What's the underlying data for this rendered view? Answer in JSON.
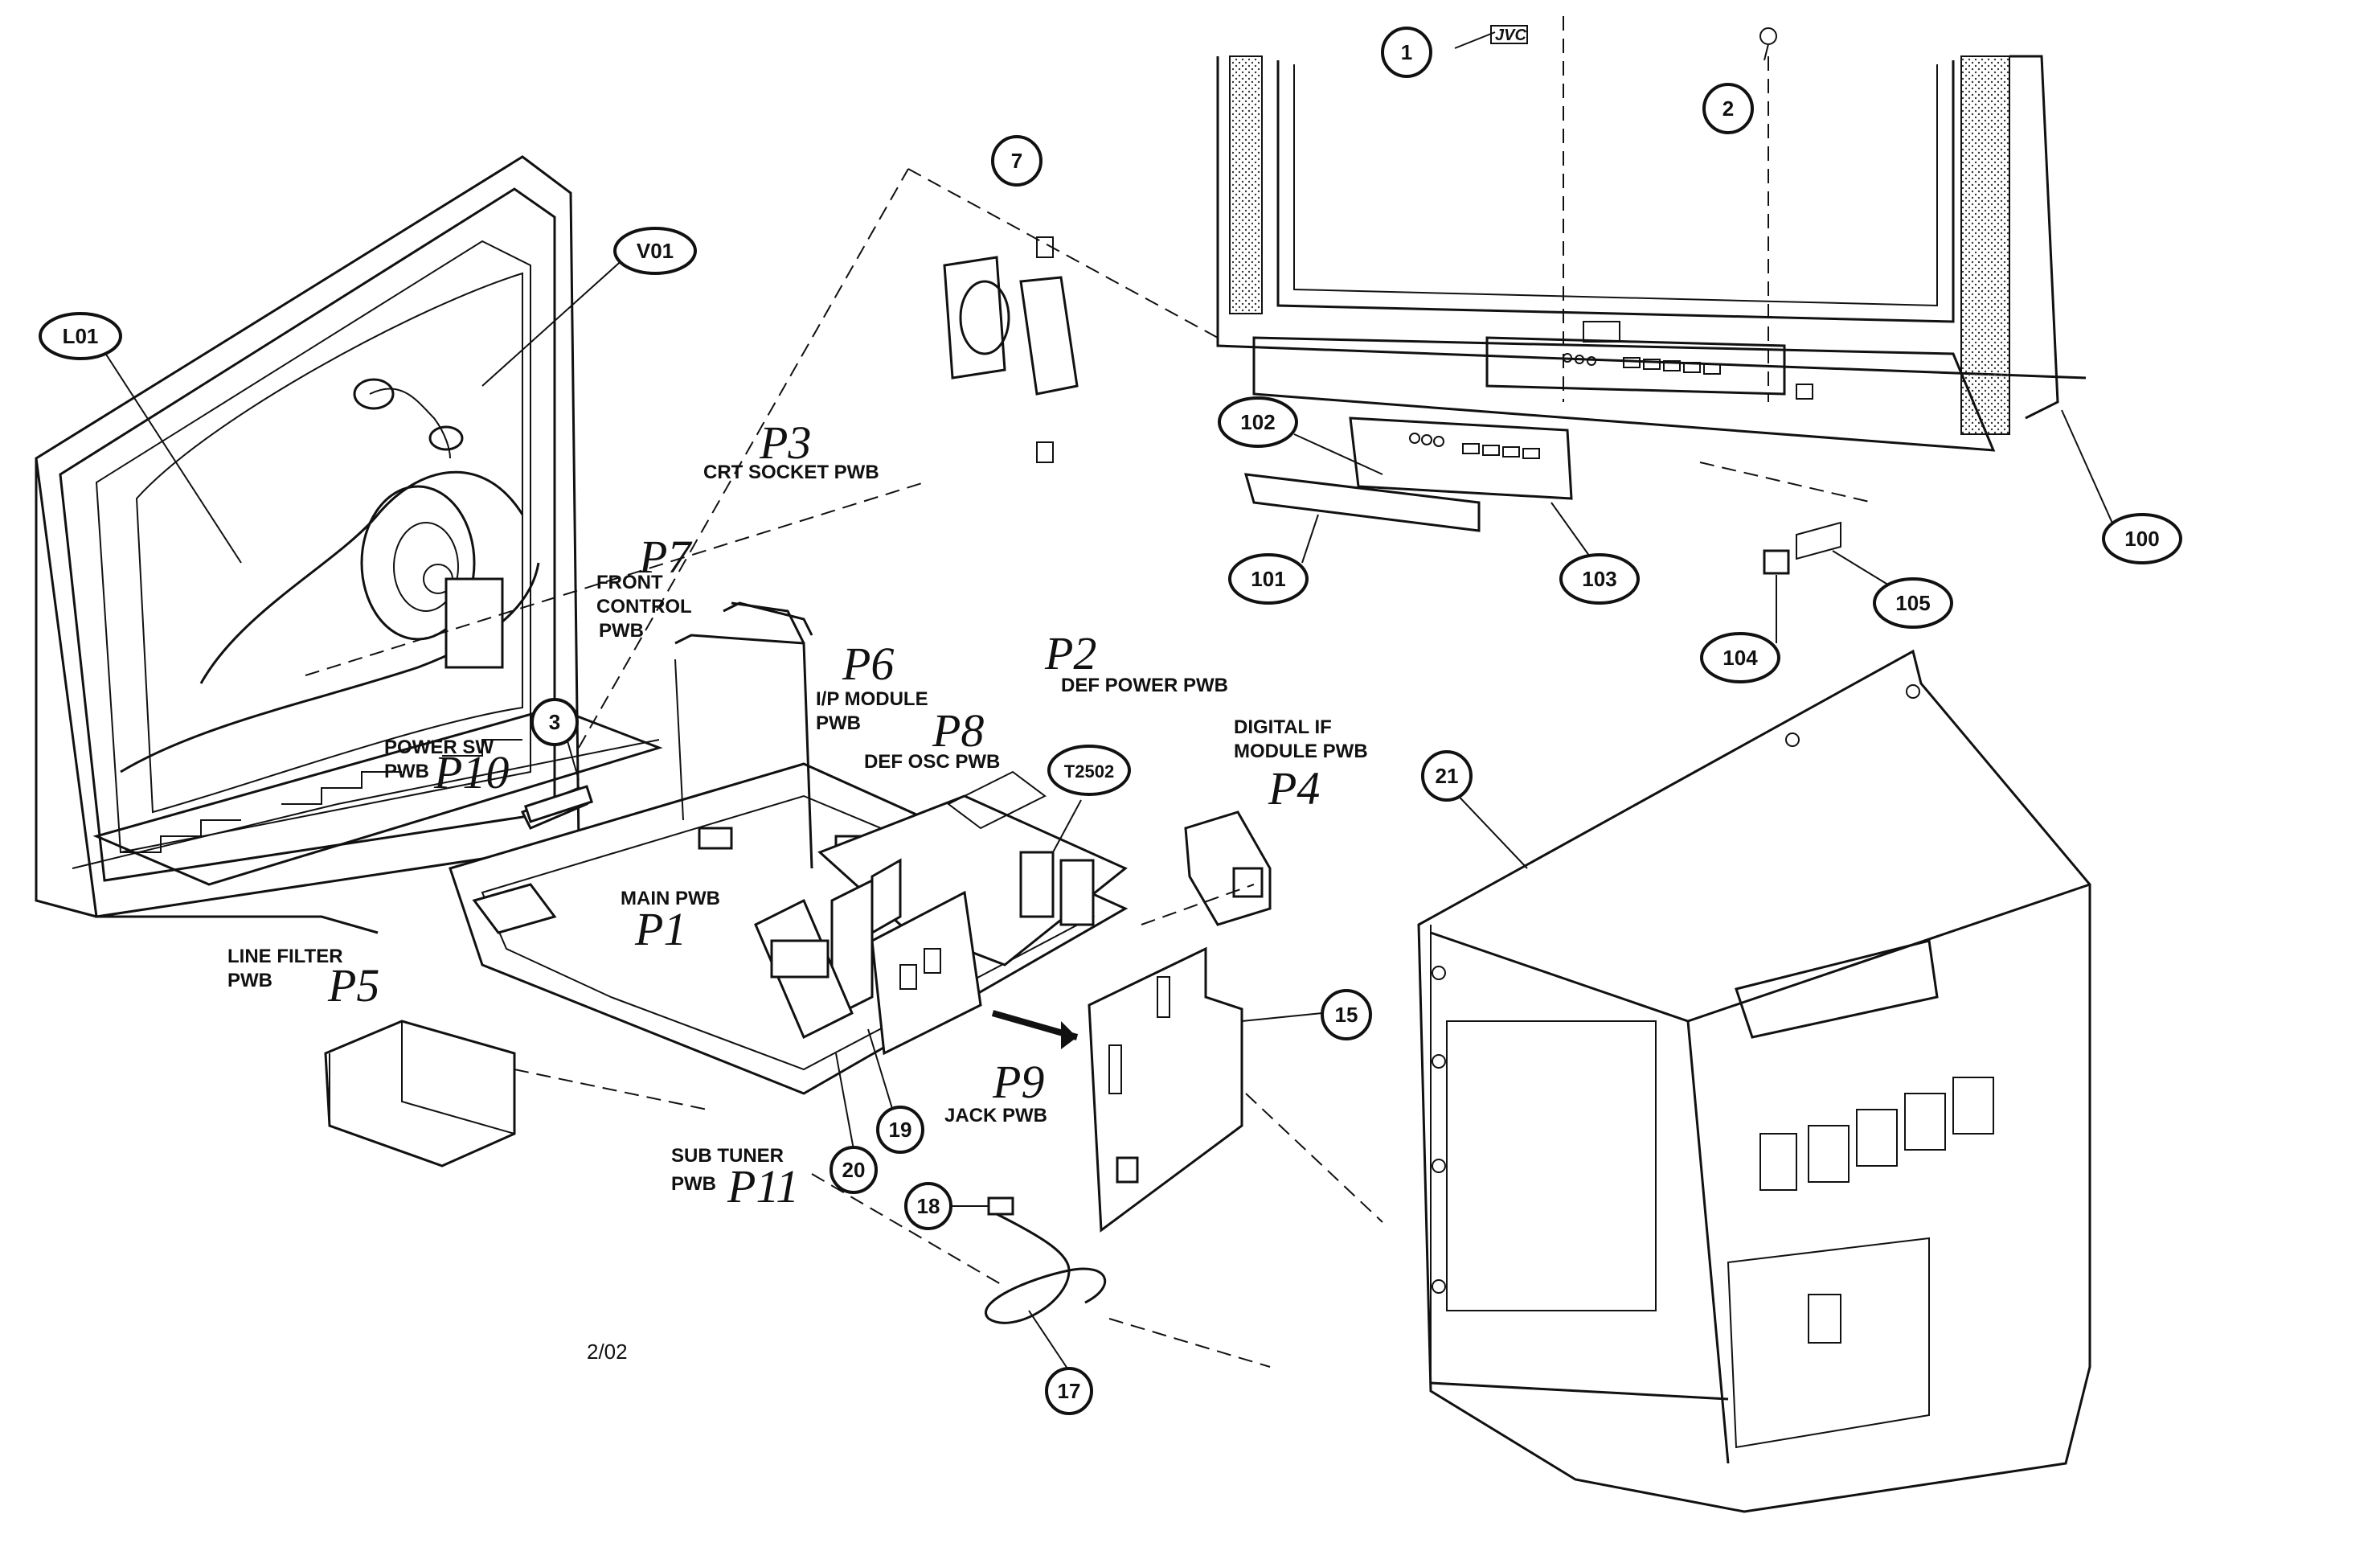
{
  "callouts": {
    "c1": "1",
    "c2": "2",
    "c3": "3",
    "c7": "7",
    "c15": "15",
    "c17": "17",
    "c18": "18",
    "c19": "19",
    "c20": "20",
    "c21": "21",
    "c100": "100",
    "c101": "101",
    "c102": "102",
    "c103": "103",
    "c104": "104",
    "c105": "105",
    "cL01": "L01",
    "cV01": "V01",
    "cT2502": "T2502"
  },
  "labels": {
    "crt_socket": "CRT SOCKET PWB",
    "front_control_1": "FRONT",
    "front_control_2": "CONTROL",
    "front_control_3": "PWB",
    "power_sw_1": "POWER SW",
    "power_sw_2": "PWB",
    "ip_module_1": "I/P MODULE",
    "ip_module_2": "PWB",
    "def_power": "DEF POWER PWB",
    "def_osc": "DEF OSC PWB",
    "digital_if_1": "DIGITAL IF",
    "digital_if_2": "MODULE PWB",
    "main_pwb": "MAIN PWB",
    "line_filter_1": "LINE FILTER",
    "line_filter_2": "PWB",
    "jack_pwb": "JACK PWB",
    "sub_tuner_1": "SUB TUNER",
    "sub_tuner_2": "PWB"
  },
  "handwritten": {
    "p1": "P1",
    "p2": "P2",
    "p3": "P3",
    "p4": "P4",
    "p5": "P5",
    "p6": "P6",
    "p7": "P7",
    "p8": "P8",
    "p9": "P9",
    "p10": "P10",
    "p11": "P11"
  },
  "logo": "JVC",
  "footer_date": "2/02"
}
